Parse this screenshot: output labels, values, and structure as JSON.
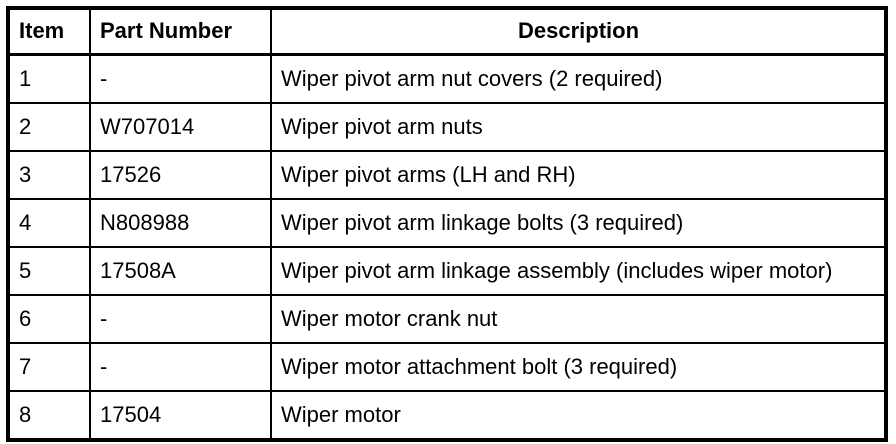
{
  "table": {
    "colors": {
      "border": "#000000",
      "background": "#ffffff",
      "text": "#000000"
    },
    "columns": [
      {
        "key": "item",
        "label": "Item"
      },
      {
        "key": "part_number",
        "label": "Part Number"
      },
      {
        "key": "description",
        "label": "Description"
      }
    ],
    "rows": [
      {
        "item": "1",
        "part_number": "-",
        "description": "Wiper pivot arm nut covers (2 required)"
      },
      {
        "item": "2",
        "part_number": "W707014",
        "description": "Wiper pivot arm nuts"
      },
      {
        "item": "3",
        "part_number": "17526",
        "description": "Wiper pivot arms (LH and RH)"
      },
      {
        "item": "4",
        "part_number": "N808988",
        "description": "Wiper pivot arm linkage bolts (3 required)"
      },
      {
        "item": "5",
        "part_number": "17508A",
        "description": "Wiper pivot arm linkage assembly (includes wiper motor)"
      },
      {
        "item": "6",
        "part_number": "-",
        "description": "Wiper motor crank nut"
      },
      {
        "item": "7",
        "part_number": "-",
        "description": "Wiper motor attachment bolt (3 required)"
      },
      {
        "item": "8",
        "part_number": "17504",
        "description": "Wiper motor"
      }
    ]
  }
}
